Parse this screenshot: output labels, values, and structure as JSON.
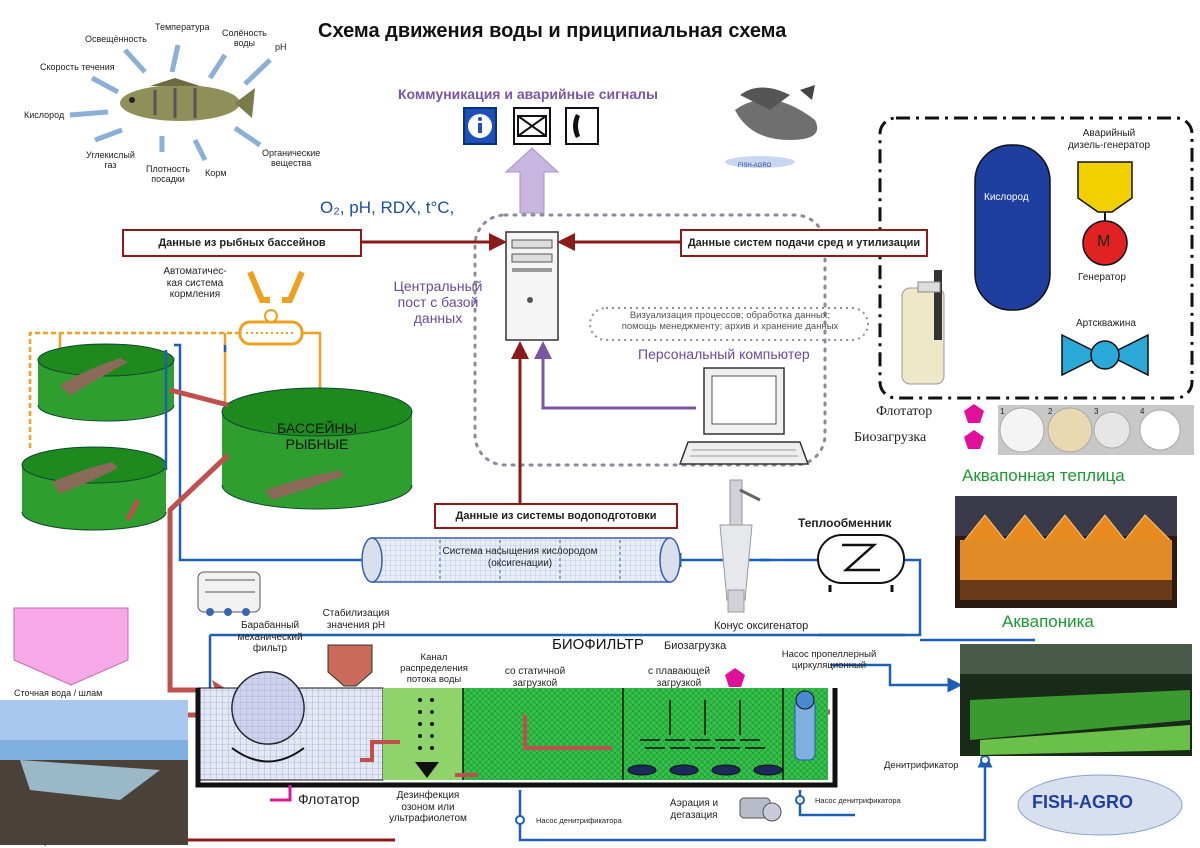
{
  "title": "Схема движения воды и приципиальная схема",
  "fish_factors": {
    "temperature": "Температура",
    "salinity": "Солёность\nводы",
    "ph": "pH",
    "light": "Освещённость",
    "flow": "Скорость течения",
    "oxygen": "Кислород",
    "co2": "Углекислый\nгаз",
    "density": "Плотность\nпосадки",
    "feed": "Корм",
    "organic": "Органические\nвещества"
  },
  "communication": {
    "title": "Коммуникация и аварийные сигналы",
    "icons": [
      "info-icon",
      "mail-icon",
      "phone-icon"
    ]
  },
  "parameters_label": "O₂, pH, RDX, t°C,",
  "data_boxes": {
    "fish_pools": "Данные из рыбных бассейнов",
    "supply_systems": "Данные систем подачи сред и утилизации",
    "water_treatment": "Данные из системы водоподготовки"
  },
  "central_post": "Центральный\nпост с базой\nданных",
  "pc_functions": "Визуализация процессов; обработка данных;\nпомощь менеджменту; архив и хранение данных",
  "pc_label": "Персональный компьютер",
  "feeding_system": "Автоматичес-\nкая система\nкормления",
  "pools_label": "БАССЕЙНЫ\nРЫБНЫЕ",
  "oxygen_saturation": "Система насыщения кислородом\n(оксигенации)",
  "heat_exchanger": "Теплообменник",
  "cone_oxygenator": "Конус оксигенатор",
  "emergency": {
    "oxygen": "Кислород",
    "diesel": "Аварийный\nдизель-генератор",
    "generator_letter": "M",
    "generator": "Генератор",
    "well": "Артскважина"
  },
  "legend": {
    "flotator": "Флотатор",
    "bioload": "Биозагрузка",
    "sample_numbers": [
      "1",
      "2",
      "3",
      "4"
    ]
  },
  "aquaponic_greenhouse": "Аквапонная теплица",
  "aquaponics": "Аквапоника",
  "waste": "Сточная вода / шлам",
  "drum_filter": "Барабанный\nмеханический\nфильтр",
  "ph_stabilization": "Стабилизация\nзначения pH",
  "channel": "Канал\nраспределения\nпотока воды",
  "biofilter": "БИОФИЛЬТР",
  "bioload_label": "Биозагрузка",
  "static_load": "со статичной\nзагрузкой",
  "floating_load": "с плавающей\nзагрузкой",
  "propeller_pump": "Насос пропеллерный\nциркуляционный",
  "flotator_bottom": "Флотатор",
  "disinfection": "Дезинфекция\nозоном или\nультрафиолетом",
  "aeration": "Аэрация и\nдегазация",
  "denitrification_pump_1": "Насос денитрификатора",
  "denitrification_pump_2": "Насос денитрификатора",
  "denitrifier": "Денитрификатор",
  "brand": "FISH-AGRO",
  "brand_small": "FISH-AGRO",
  "colors": {
    "pool_green": "#2e9e2e",
    "red_arrow": "#c0504d",
    "dark_red": "#8b1a1a",
    "blue_line": "#1e5fb3",
    "purple": "#7b56a3",
    "orange_line": "#f0a020"
  }
}
